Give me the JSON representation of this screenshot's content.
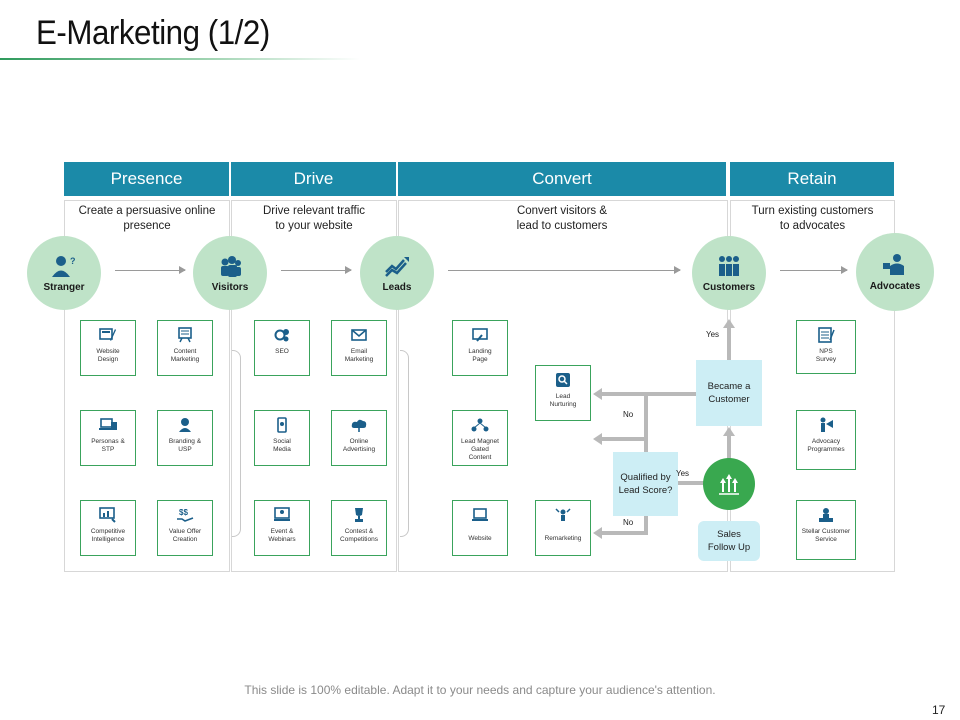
{
  "title": "E-Marketing (1/2)",
  "footer": "This slide is 100% editable. Adapt it to your needs and capture your audience's attention.",
  "page_number": "17",
  "colors": {
    "header": "#1b8aa8",
    "circle": "#bfe3c8",
    "box_border": "#3aa35c",
    "highlight_box": "#cdeef5",
    "action_circle": "#39a84f"
  },
  "headers": [
    "Presence",
    "Drive",
    "Convert",
    "Retain"
  ],
  "descriptions": [
    [
      "Create a persuasive online",
      "presence"
    ],
    [
      "Drive relevant traffic",
      "to your website"
    ],
    [
      "Convert visitors &",
      "lead to customers"
    ],
    [
      "Turn existing customers",
      "to advocates"
    ]
  ],
  "stages": [
    {
      "label": "Stranger",
      "icon": "person-question-icon"
    },
    {
      "label": "Visitors",
      "icon": "group-icon"
    },
    {
      "label": "Leads",
      "icon": "growth-arrows-icon"
    },
    {
      "label": "Customers",
      "icon": "customers-icon"
    },
    {
      "label": "Advocates",
      "icon": "presenter-icon"
    }
  ],
  "presence_boxes": [
    [
      "Website",
      "Design"
    ],
    [
      "Content",
      "Marketing"
    ],
    [
      "Personas &",
      "STP"
    ],
    [
      "Branding &",
      "USP"
    ],
    [
      "Competitive",
      "Intelligence"
    ],
    [
      "Value Offer",
      "Creation"
    ]
  ],
  "drive_boxes": [
    [
      "SEO"
    ],
    [
      "Email",
      "Marketing"
    ],
    [
      "Social",
      "Media"
    ],
    [
      "Online",
      "Advertising"
    ],
    [
      "Event &",
      "Webinars"
    ],
    [
      "Contest &",
      "Competitions"
    ]
  ],
  "convert_boxes": {
    "landing": [
      "Landing",
      "Page"
    ],
    "lead_magnet": [
      "Lead Magnet",
      "Gated",
      "Content"
    ],
    "website": [
      "Website"
    ],
    "lead_nurturing": [
      "Lead",
      "Nurturing"
    ],
    "remarketing": [
      "Remarketing"
    ]
  },
  "retain_boxes": [
    [
      "NPS",
      "Survey"
    ],
    [
      "Advocacy",
      "Programmes"
    ],
    [
      "Stellar Customer",
      "Service"
    ]
  ],
  "flow": {
    "qualified": [
      "Qualified by",
      "Lead Score?"
    ],
    "became": [
      "Became a",
      "Customer"
    ],
    "sales": [
      "Sales",
      "Follow Up"
    ],
    "yes": "Yes",
    "no": "No"
  }
}
